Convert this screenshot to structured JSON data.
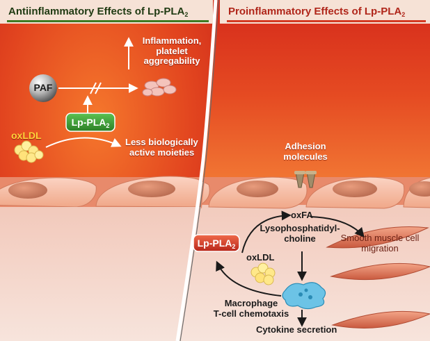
{
  "left_panel": {
    "title": "Antiinflammatory Effects of Lp-PLA",
    "title_sub": "2",
    "paf": "PAF",
    "inflammation": [
      "Inflammation,",
      "platelet",
      "aggregability"
    ],
    "enzyme": "Lp-PLA",
    "enzyme_sub": "2",
    "oxldl": "oxLDL",
    "less_active": [
      "Less biologically",
      "active moieties"
    ]
  },
  "right_panel": {
    "title": "Proinflammatory Effects of Lp-PLA",
    "title_sub": "2",
    "adhesion": [
      "Adhesion",
      "molecules"
    ],
    "enzyme": "Lp-PLA",
    "enzyme_sub": "2",
    "oxfa": "oxFA",
    "lyso": [
      "Lysophosphatidyl-",
      "choline"
    ],
    "smc": [
      "Smooth muscle cell",
      "migration"
    ],
    "oxldl": "oxLDL",
    "macrophage": [
      "Macrophage",
      "T-cell chemotaxis"
    ],
    "cytokine": "Cytokine secretion"
  },
  "colors": {
    "lumen_red": "#d92a1c",
    "lumen_orange": "#f06a28",
    "title_underline_left": "#3f7a22",
    "title_underline_right": "#d43a22",
    "enzyme_green": "#3a9c32",
    "enzyme_red": "#d83a24",
    "tissue_pink": "#f3d7cd"
  }
}
